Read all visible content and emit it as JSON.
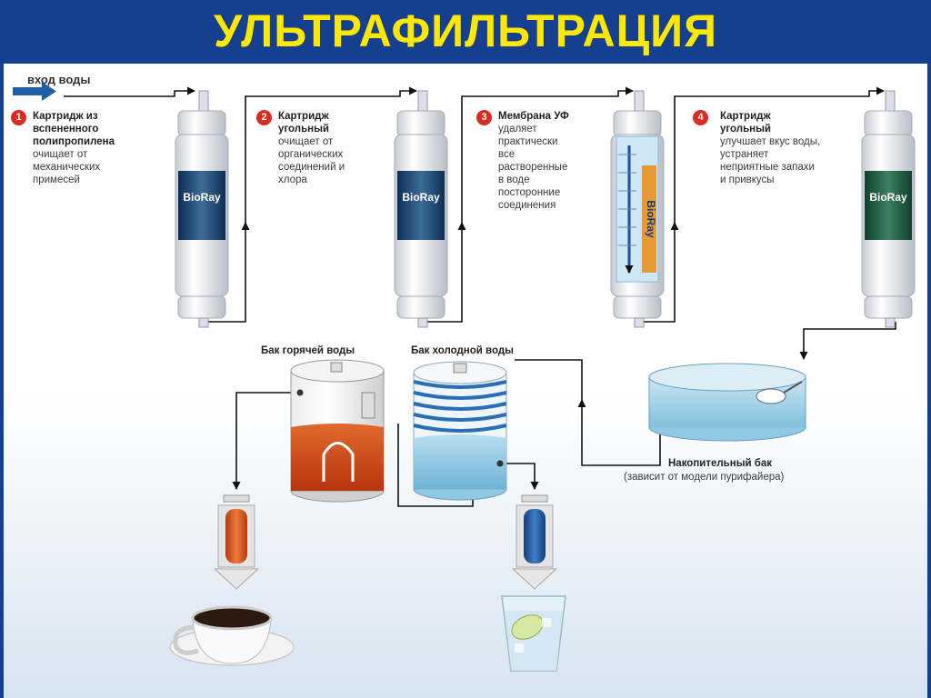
{
  "title": "УЛЬТРАФИЛЬТРАЦИЯ",
  "inlet": {
    "label": "вход воды"
  },
  "stages": [
    {
      "number": "1",
      "title_lines": [
        "Картридж из",
        "вспененного",
        "полипропилена"
      ],
      "desc_lines": [
        "очищает от",
        "механических",
        "примесей"
      ]
    },
    {
      "number": "2",
      "title_lines": [
        "Картридж",
        "угольный"
      ],
      "desc_lines": [
        "очищает от",
        "органических",
        "соединений и",
        "хлора"
      ]
    },
    {
      "number": "3",
      "title_lines": [
        "Мембрана УФ"
      ],
      "desc_lines": [
        "удаляет",
        "практически",
        "все",
        "растворенные",
        "в воде",
        "посторонние",
        "соединения"
      ]
    },
    {
      "number": "4",
      "title_lines": [
        "Картридж",
        "угольный"
      ],
      "desc_lines": [
        "улучшает вкус воды,",
        "устраняет",
        "неприятные запахи",
        "и привкусы"
      ]
    }
  ],
  "cartridge_brand": "BioRay",
  "tanks": {
    "hot": {
      "label": "Бак горячей воды"
    },
    "cold": {
      "label": "Бак холодной воды"
    },
    "storage": {
      "label": "Накопительный бак",
      "note": "(зависит от модели пурифайера)"
    }
  },
  "colors": {
    "title_bg": "#163f8f",
    "title_text": "#ffe800",
    "hot": "#d8521e",
    "cold": "#1f5fa6",
    "badge": "#d92b1f",
    "arrow": "#1f5fa6"
  }
}
